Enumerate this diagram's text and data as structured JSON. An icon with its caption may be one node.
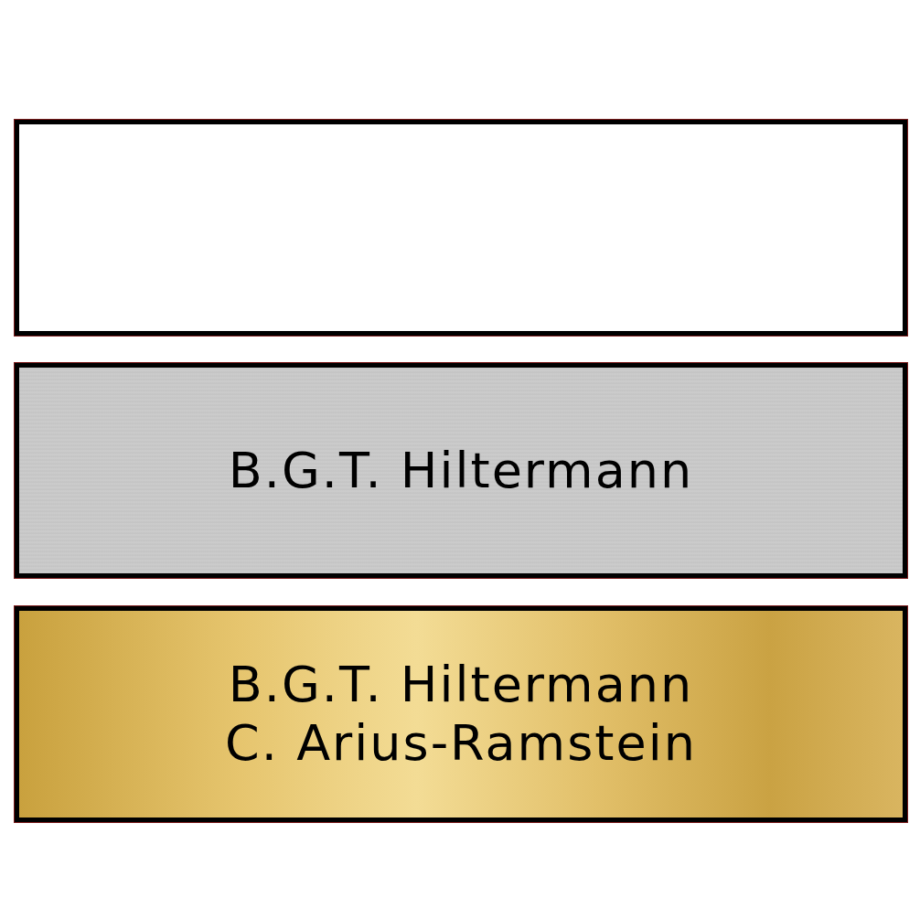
{
  "diagram": {
    "nodes": [
      {
        "text": [],
        "shape": "box"
      },
      {
        "text": [
          "B.G.T. Hiltermann"
        ]
      },
      {
        "text": [
          "B.G.T. Hiltermann",
          "C. Arius-Ramstein"
        ]
      }
    ]
  }
}
